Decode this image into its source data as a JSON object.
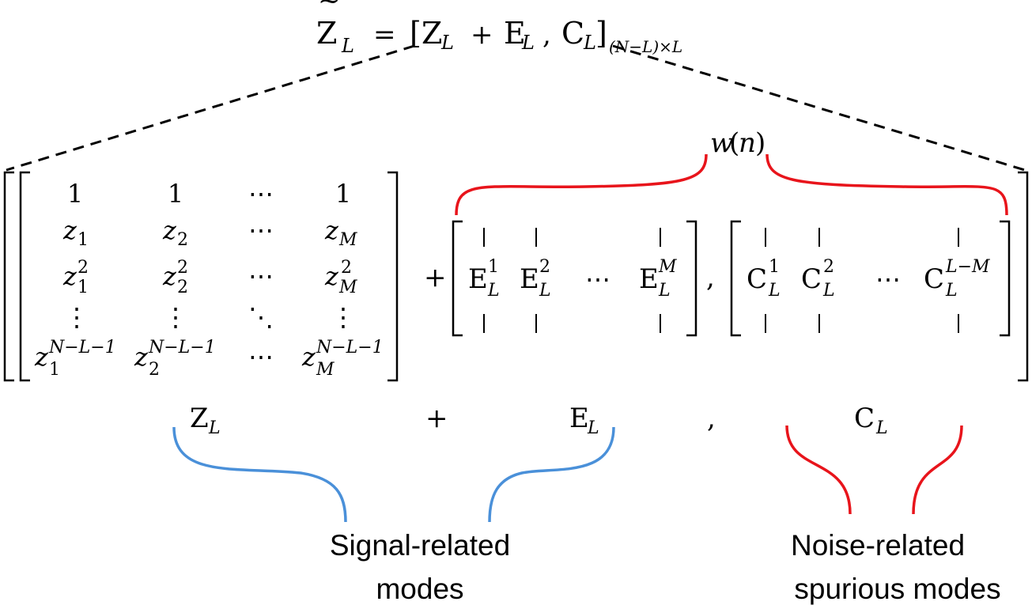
{
  "equation": {
    "lhs_symbol": "Z",
    "lhs_tilde": "~",
    "lhs_sub": "L",
    "equals": "=",
    "open_bracket": "[",
    "z_symbol": "Z",
    "z_sub": "L",
    "plus": "+",
    "e_symbol": "E",
    "e_sub": "L",
    "comma": ",",
    "c_symbol": "C",
    "c_sub": "L",
    "close_bracket": "]",
    "dims": "(N−L)×L"
  },
  "w_label": {
    "func": "w",
    "open": "(",
    "arg": "n",
    "close": ")"
  },
  "vandermonde": {
    "row1": [
      "1",
      "1",
      "⋯",
      "1"
    ],
    "row2": [
      {
        "base": "z",
        "sub": "1"
      },
      {
        "base": "z",
        "sub": "2"
      },
      {
        "dots": "⋯"
      },
      {
        "base": "z",
        "sub": "M"
      }
    ],
    "row3": [
      {
        "base": "z",
        "sub": "1",
        "sup": "2"
      },
      {
        "base": "z",
        "sub": "2",
        "sup": "2"
      },
      {
        "dots": "⋯"
      },
      {
        "base": "z",
        "sub": "M",
        "sup": "2"
      }
    ],
    "row4": [
      "⋮",
      "⋮",
      "⋱",
      "⋮"
    ],
    "row5": [
      {
        "base": "z",
        "sub": "1",
        "sup": "N−L−1"
      },
      {
        "base": "z",
        "sub": "2",
        "sup": "N−L−1"
      },
      {
        "dots": "⋯"
      },
      {
        "base": "z",
        "sub": "M",
        "sup": "N−L−1"
      }
    ]
  },
  "matrix_plus": "+",
  "matrix_comma": ",",
  "e_matrix": {
    "cols": [
      {
        "base": "E",
        "sub": "L",
        "sup": "1"
      },
      {
        "base": "E",
        "sub": "L",
        "sup": "2"
      },
      {
        "dots": "⋯"
      },
      {
        "base": "E",
        "sub": "L",
        "sup": "M"
      }
    ],
    "bar": "|"
  },
  "c_matrix": {
    "cols": [
      {
        "base": "C",
        "sub": "L",
        "sup": "1"
      },
      {
        "base": "C",
        "sub": "L",
        "sup": "2"
      },
      {
        "dots": "⋯"
      },
      {
        "base": "C",
        "sub": "L",
        "sup": "L−M"
      }
    ],
    "bar": "|"
  },
  "bottom_labels": {
    "z_symbol": "Z",
    "z_sub": "L",
    "plus": "+",
    "e_symbol": "E",
    "e_sub": "L",
    "comma": ",",
    "c_symbol": "C",
    "c_sub": "L"
  },
  "captions": {
    "signal_line1": "Signal-related",
    "signal_line2": "modes",
    "noise_line1": "Noise-related",
    "noise_line2": "spurious modes"
  },
  "colors": {
    "signal_brace": "#4a90d9",
    "noise_brace": "#e8141b",
    "lines": "#000000"
  }
}
